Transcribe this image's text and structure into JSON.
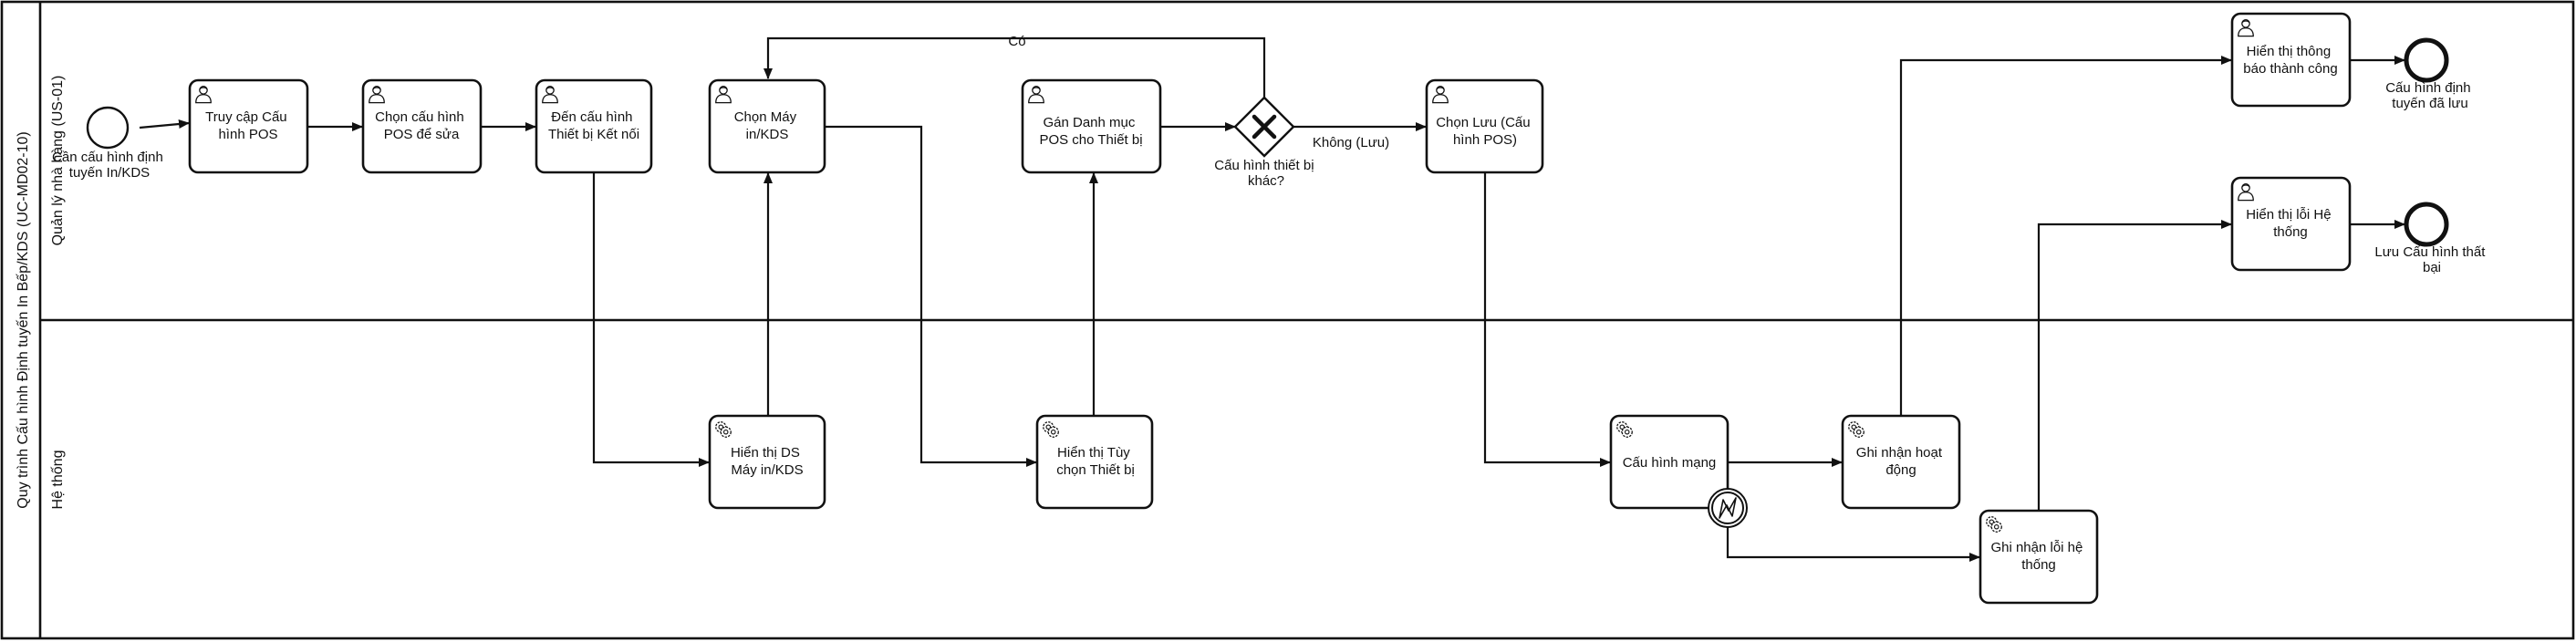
{
  "pool": {
    "label": "Quy trình Cấu hình Định tuyến In Bếp/KDS (UC-MD02-10)"
  },
  "lanes": {
    "store_manager": "Quản lý nhà hàng (US-01)",
    "system": "Hệ thống"
  },
  "events": {
    "start": "Cần cấu hình định tuyến In/KDS",
    "end_success": "Cấu hình định tuyến đã lưu",
    "end_fail": "Lưu Cấu hình thất bại"
  },
  "tasks": {
    "access_pos": "Truy cập Cấu hình POS",
    "select_pos": "Chọn cấu hình POS để sửa",
    "go_device": "Đến cấu hình Thiết bị Kết nối",
    "select_printer": "Chọn Máy in/KDS",
    "assign_category": "Gán Danh mục POS cho Thiết bị",
    "choose_save": "Chọn Lưu (Cấu hình POS)",
    "show_success": "Hiển thị thông báo thành công",
    "show_error": "Hiển thị lỗi Hệ thống",
    "show_printers": "Hiển thị DS Máy in/KDS",
    "show_options": "Hiển thị Tùy chọn Thiết bị",
    "network_config": "Cấu hình mạng",
    "log_activity": "Ghi nhận hoạt động",
    "log_error": "Ghi nhận lỗi hệ thống"
  },
  "gateway": {
    "label": "Cấu hình thiết bị khác?",
    "yes": "Có",
    "no": "Không (Lưu)"
  },
  "icons": {
    "user_task": "user-icon",
    "service_task": "gear-icon",
    "gateway": "exclusive-gateway-x-icon",
    "boundary_error": "error-boundary-icon"
  }
}
